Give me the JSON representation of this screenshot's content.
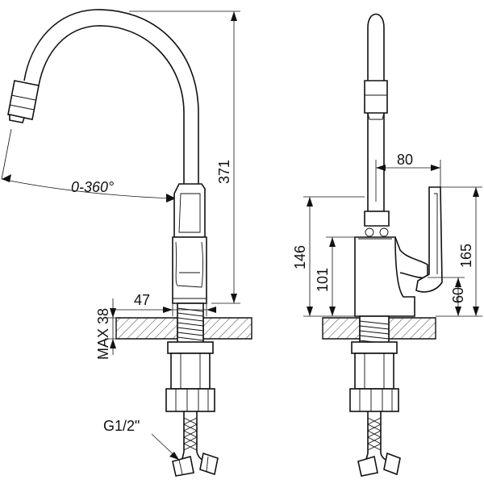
{
  "dimensions": {
    "total_height": "371",
    "swivel_angle": "0-360°",
    "base_diameter": "47",
    "max_counter_thickness": "MAX 38",
    "connection_thread": "G1/2\"",
    "spout_reach": "80",
    "handle_height": "146",
    "body_height": "101",
    "lever_height": "165",
    "lever_base_height": "60"
  }
}
